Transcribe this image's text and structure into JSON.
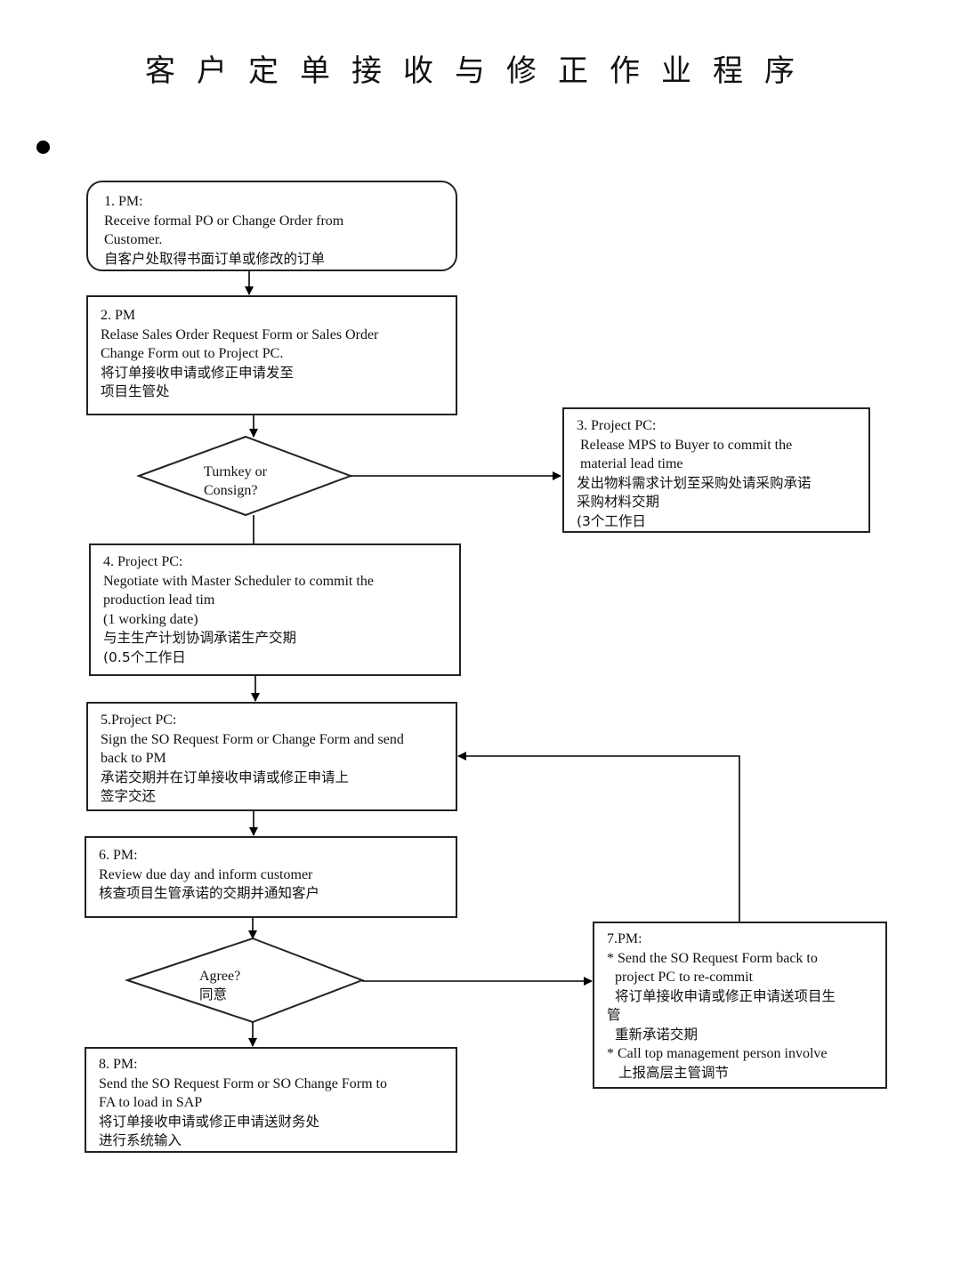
{
  "title": "客户定单接收与修正作业程序",
  "steps": {
    "s1": {
      "lines": [
        "1. PM:",
        "Receive formal PO or Change Order from",
        "Customer.",
        "自客户处取得书面订单或修改的订单"
      ]
    },
    "s2": {
      "lines": [
        "2. PM",
        "Relase Sales Order Request Form or Sales Order",
        "Change Form out to Project PC.",
        "将订单接收申请或修正申请发至",
        "项目生管处"
      ]
    },
    "s3": {
      "lines": [
        "3. Project PC:",
        "Release MPS to Buyer to commit the",
        "material lead time",
        "发出物料需求计划至采购处请采购承诺",
        "采购材料交期",
        "(3个工作日"
      ]
    },
    "s4": {
      "lines": [
        "4. Project PC:",
        "Negotiate with Master Scheduler to commit the",
        "production lead tim",
        "(1 working date)",
        "与主生产计划协调承诺生产交期",
        "(0.5个工作日"
      ]
    },
    "s5": {
      "lines": [
        "5.Project PC:",
        "Sign the SO Request Form or Change Form and send",
        "back to PM",
        "承诺交期并在订单接收申请或修正申请上",
        "签字交还"
      ]
    },
    "s6": {
      "lines": [
        "6. PM:",
        "Review due day and inform customer",
        "核查项目生管承诺的交期并通知客户"
      ]
    },
    "s7": {
      "lines": [
        "7.PM:",
        "* Send the SO Request Form back to",
        "project PC to re-commit",
        "将订单接收申请或修正申请送项目生",
        "管",
        "重新承诺交期",
        "* Call top management person involve",
        "上报高层主管调节"
      ]
    },
    "s8": {
      "lines": [
        "8. PM:",
        "Send the SO Request Form or SO Change Form to",
        "FA to load in SAP",
        "将订单接收申请或修正申请送财务处",
        "进行系统输入"
      ]
    }
  },
  "decisions": {
    "d1": {
      "lines": [
        "Turnkey or",
        "Consign?"
      ]
    },
    "d2": {
      "lines": [
        "Agree?",
        "同意"
      ]
    }
  }
}
